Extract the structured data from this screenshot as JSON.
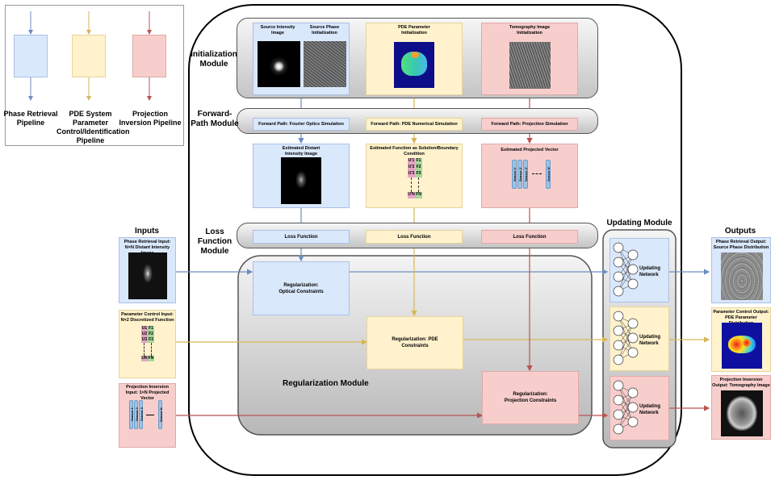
{
  "legend": {
    "items": [
      {
        "label": "Phase Retrieval Pipeline",
        "color": "#6c8ebf",
        "fill": "#dae8fc"
      },
      {
        "label": "PDE System Parameter Control/Identification Pipeline",
        "color": "#d6b656",
        "fill": "#fff2cc"
      },
      {
        "label": "Projection Inversion Pipeline",
        "color": "#b85450",
        "fill": "#f8cecc"
      }
    ]
  },
  "modules": {
    "initialization": "Initialization Module",
    "forward_path": "Forward-Path Module",
    "loss_function": "Loss Function Module",
    "regularization": "Regularization Module",
    "updating": "Updating Module"
  },
  "initialization": {
    "phase": {
      "left_caption": "Source Intensity Image",
      "right_caption": "Source Phase Initialization"
    },
    "pde": {
      "caption": "PDE Parameter Initialization"
    },
    "tomo": {
      "caption": "Tomography Image Initialization"
    }
  },
  "forward_path": {
    "phase": "Forward Path: Fourier Optics Simulation",
    "pde": "Forward Path: PDE Numerical Simulation",
    "tomo": "Forward Path: Projection Simulation"
  },
  "estimated": {
    "phase": "Estimated Distant Intensity Image",
    "pde": "Estimated Function as Solution/Boundary Condition",
    "tomo": "Estimated Projected Vector",
    "pde_rows": [
      {
        "u": "U'1",
        "f": "F1"
      },
      {
        "u": "U'2",
        "f": "F2"
      },
      {
        "u": "U'3",
        "f": "F3"
      },
      {
        "u": "U'N",
        "f": "FN"
      }
    ],
    "sensors": [
      "Sensor 1'",
      "Sensor 2'",
      "Sensor 3'",
      "Sensor N'"
    ]
  },
  "loss": {
    "phase": "Loss Function",
    "pde": "Loss Function",
    "tomo": "Loss Function"
  },
  "regularization": {
    "phase": "Regularization: Optical Constraints",
    "pde": "Regularization: PDE Constraints",
    "tomo": "Regularization: Projection Constraints"
  },
  "updating": {
    "network_label": "Updating Network"
  },
  "inputs": {
    "title": "Inputs",
    "phase": "Phase Retrieval Input: N×N Distant Intensity Image",
    "pde": "Parameter Control Input: N×2 Discretized Function",
    "tomo": "Projection Inversion Input: 1×N Projected Vector",
    "pde_rows": [
      {
        "u": "U1",
        "f": "F1"
      },
      {
        "u": "U2",
        "f": "F2"
      },
      {
        "u": "U3",
        "f": "F3"
      },
      {
        "u": "UN",
        "f": "FN"
      }
    ],
    "sensors": [
      "Sensor 1",
      "Sensor 2",
      "Sensor 3",
      "Sensor N"
    ],
    "ellipsis": "---"
  },
  "outputs": {
    "title": "Outputs",
    "phase": "Phase Retrieval Output: Source Phase Distribution",
    "pde": "Parameter Control Output: PDE Parameter Distribution",
    "tomo": "Projection Inversion Output: Tomography Image"
  }
}
